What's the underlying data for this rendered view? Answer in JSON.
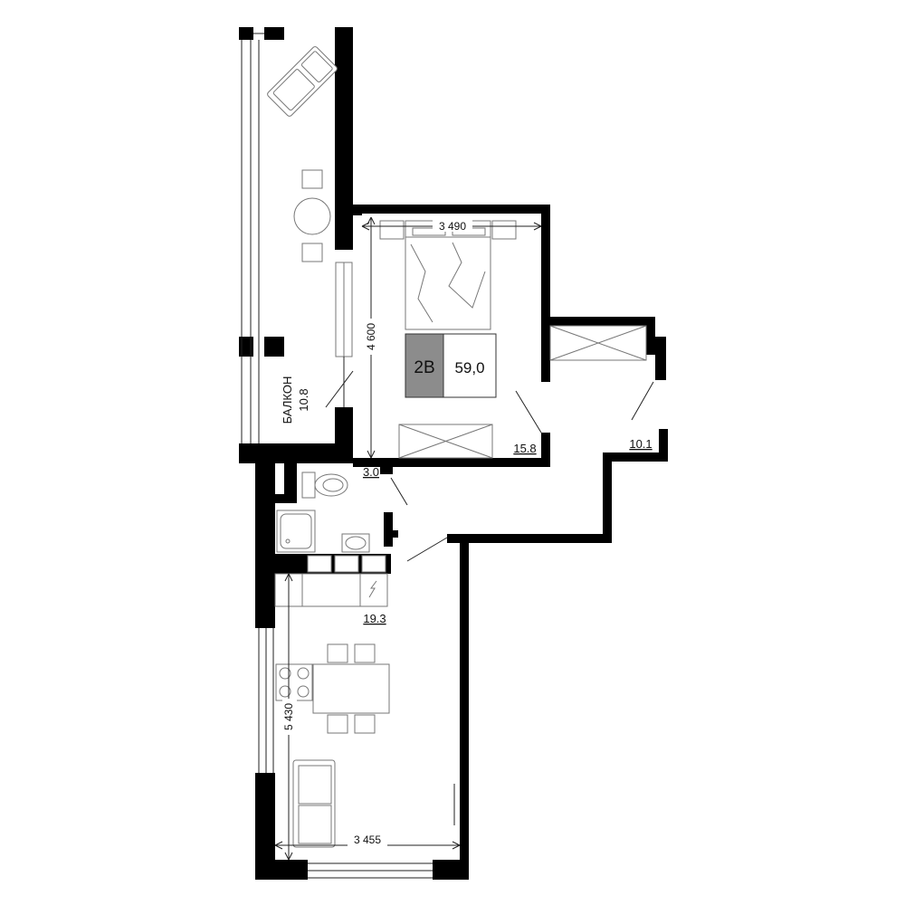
{
  "apartment": {
    "type": "2В",
    "total_area": "59,0",
    "type_color": "#8c8c8c"
  },
  "rooms": {
    "balcony_name": "БАЛКОН",
    "balcony_area": "10.8",
    "bedroom_area": "15.8",
    "hall_area": "10.1",
    "bathroom_area": "3.0",
    "kitchen_living_area": "19.3"
  },
  "dimensions": {
    "bedroom_width": "3 490",
    "bedroom_depth": "4 600",
    "kitchen_depth": "5 430",
    "kitchen_width": "3 455"
  }
}
